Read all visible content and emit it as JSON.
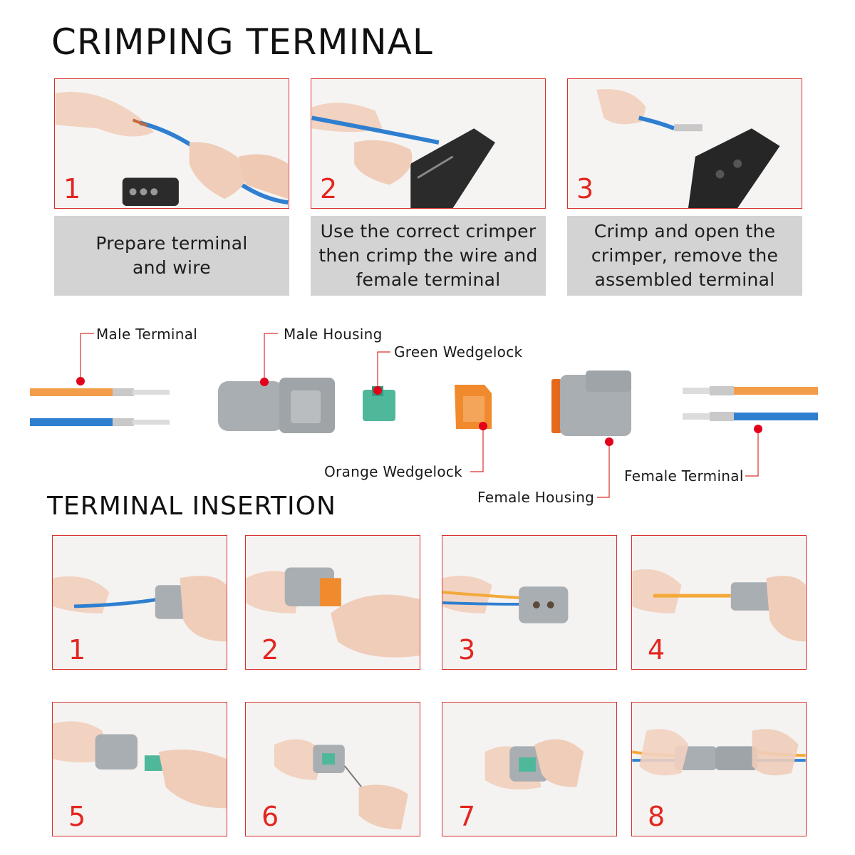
{
  "crimping": {
    "title": "CRIMPING TERMINAL",
    "steps": [
      {
        "number": "1",
        "caption": "Prepare terminal\nand wire"
      },
      {
        "number": "2",
        "caption": "Use the correct crimper\nthen crimp the wire and\nfemale terminal"
      },
      {
        "number": "3",
        "caption": "Crimp and open the\ncrimper, remove the\nassembled terminal"
      }
    ]
  },
  "parts": {
    "male_terminal": "Male Terminal",
    "male_housing": "Male Housing",
    "green_wedgelock": "Green Wedgelock",
    "orange_wedgelock": "Orange Wedgelock",
    "female_housing": "Female Housing",
    "female_terminal": "Female Terminal"
  },
  "insertion": {
    "title": "TERMINAL INSERTION",
    "steps": [
      "1",
      "2",
      "3",
      "4",
      "5",
      "6",
      "7",
      "8"
    ]
  },
  "colors": {
    "accent_red": "#e3261f",
    "caption_gray": "#d3d3d3",
    "wire_orange": "#f39c4a",
    "wire_blue": "#2f7fd0",
    "housing_gray": "#a9aeb2",
    "wedge_green": "#4fb79a",
    "wedge_orange": "#f08a2c"
  }
}
